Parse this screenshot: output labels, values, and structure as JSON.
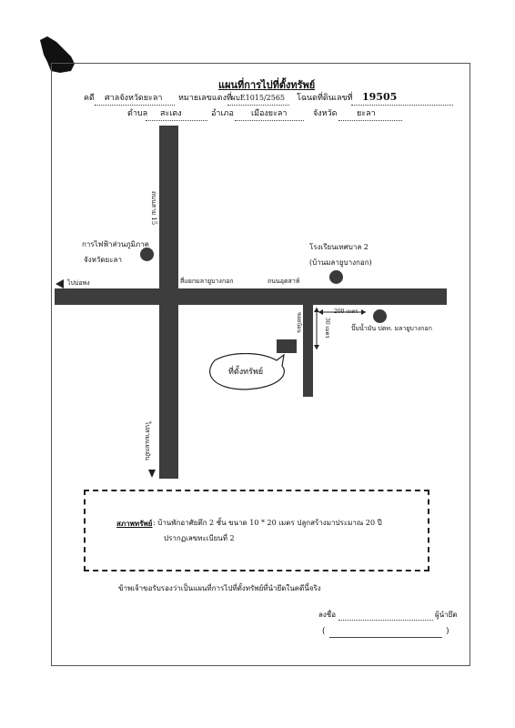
{
  "title": "แผนที่การไปที่ตั้งทรัพย์",
  "case": {
    "label": "คดี",
    "value": "ศาลจังหวัดยะลา"
  },
  "case_no": {
    "label": "หมายเลขแดงที่",
    "value": "ผบE1015/2565"
  },
  "deed": {
    "label": "โฉนดที่ดินเลขที่",
    "value": "19505"
  },
  "subdistrict": {
    "label": "ตำบล",
    "value": "สะเตง"
  },
  "district": {
    "label": "อำเภอ",
    "value": "เมืองยะลา"
  },
  "province": {
    "label": "จังหวัด",
    "value": "ยะลา"
  },
  "map": {
    "road_vertical": "ถนนสาย 15",
    "electricity": [
      "การไฟฟ้าส่วนภูมิภาค",
      "จังหวัดยะลา"
    ],
    "school": [
      "โรงเรียนเทศบาล 2",
      "(บ้านมลายูบางกอก)"
    ],
    "intersection": "สี่แยกมลายูบางกอก",
    "road_street": "ถนนอุตสาห์",
    "to_left": "ไปบ่อพง",
    "alley": "ซอยบ้อน",
    "dist_horizontal": "200 เมตร",
    "dist_vertical": "30 เมตร",
    "gas_station": "ปั๊มน้ำมัน ปตท. มลายูบางกอก",
    "property": "ที่ตั้งทรัพย์",
    "to_bottom": "ไปสามแยกมัน"
  },
  "condition": {
    "label": "สภาพทรัพย์",
    "line1": ": บ้านพักอาศัยตึก 2 ชั้น ขนาด 10 * 20 เมตร ปลูกสร้างมาประมาณ 20 ปี",
    "line2": "ปรากฏเลขทะเบียนที่ 2"
  },
  "certify": "ข้าพเจ้าขอรับรองว่าเป็นแผนที่การไปที่ตั้งทรัพย์ที่นำยึดในคดีนี้จริง",
  "sign": {
    "label": "ลงชื่อ",
    "role": "ผู้นำยึด",
    "open": "(",
    "close": ")"
  }
}
